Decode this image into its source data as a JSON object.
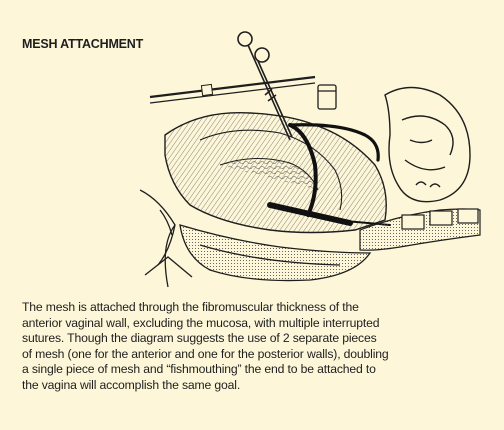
{
  "figure": {
    "title": "MESH ATTACHMENT",
    "caption_lines": [
      "The mesh is attached through the fibromuscular thickness of the",
      "anterior vaginal wall, excluding the mucosa, with multiple interrupted",
      "sutures. Though the diagram suggests the use of 2 separate pieces",
      "of mesh (one for the anterior and one for the posterior walls), doubling",
      "a single piece of mesh and “fishmouthing” the end to be attached to",
      "the vagina will accomplish the same goal."
    ]
  },
  "colors": {
    "background": "#fdf6d8",
    "ink": "#1e1e1e",
    "mesh_black": "#111111"
  }
}
